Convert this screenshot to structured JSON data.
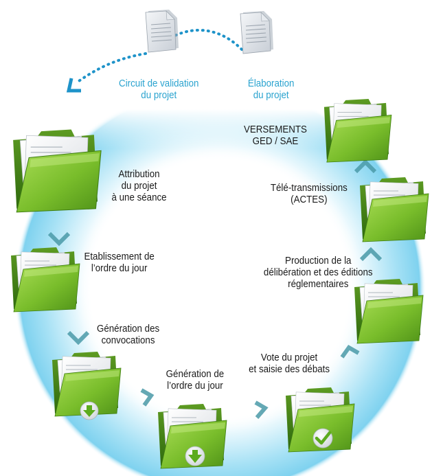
{
  "top_docs": [
    {
      "id": "circuit",
      "lines": [
        "Circuit de validation",
        "du projet"
      ]
    },
    {
      "id": "elaboration",
      "lines": [
        "Élaboration",
        "du projet"
      ]
    }
  ],
  "steps": [
    {
      "id": "attribution",
      "lines": [
        "Attribution",
        "du projet",
        "à une séance"
      ]
    },
    {
      "id": "etablissement",
      "lines": [
        "Etablissement de",
        "l’ordre du jour"
      ]
    },
    {
      "id": "generation-convocations",
      "lines": [
        "Génération des",
        "convocations"
      ]
    },
    {
      "id": "generation-odj",
      "lines": [
        "Génération de",
        "l’ordre du jour"
      ]
    },
    {
      "id": "vote",
      "lines": [
        "Vote du projet",
        "et saisie des débats"
      ]
    },
    {
      "id": "production",
      "lines": [
        "Production de la",
        "délibération et des éditions",
        "réglementaires"
      ]
    },
    {
      "id": "teletransmissions",
      "lines": [
        "Télé-transmissions",
        "(ACTES)"
      ]
    },
    {
      "id": "versements",
      "lines": [
        "VERSEMENTS",
        "GED / SAE"
      ]
    }
  ],
  "colors": {
    "ring": "#8fd8f2",
    "ring_light": "#e6f7fd",
    "chevron": "#4a9aa8",
    "folder_green": "#7bbf2e",
    "folder_dark": "#3f7f14",
    "badge_green": "#5cab1e",
    "dotted_arrow": "#1e93c9"
  },
  "icons": {
    "badge_download": "download-arrow-icon",
    "badge_check": "checkmark-icon"
  }
}
